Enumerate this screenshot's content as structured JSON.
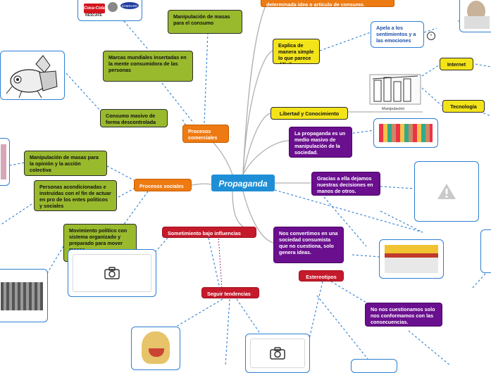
{
  "central": "Propaganda",
  "nodes": {
    "articulo": "determinada idea o artículo de consumo.",
    "manipulacion_masas": "Manipulación de masas para el consumo",
    "marcas": "Marcas mundiales insertadas en la mente consumidora de las personas",
    "consumo_masivo": "Consumo masivo de forma descontrolada",
    "procesos_comerciales": "Procesos comerciales",
    "manip_opinion": "Manipulación de masas para la opinión y la acción colectiva",
    "personas_acond": "Personas acondicionadas e instruidas con el fin de actuar en pro de los entes políticos y sociales",
    "procesos_sociales": "Procesos sociales",
    "movimiento": "Movimiento político con sistema organizado y preparado para mover masas",
    "sometimiento": "Sometimiento bajo influencias",
    "seguir": "Seguir tendencias",
    "explica": "Explica de manera simple lo que parece difícil",
    "apela": "Apela a los sentimientos y a las emociones",
    "internet": "Internet",
    "tecnologia": "Tecnología",
    "libertad": "Libertad y Conocimiento",
    "medio_masivo": "La propaganda es un medio masivo de manipulación de la sociedad.",
    "decisiones": "Gracias a ella dejamos nuestras decisiones en manos de otros.",
    "consumista": "Nos convertimos en una sociedad consumista que no cuestiona, solo genera ideas.",
    "estereotipos": "Estereotipos",
    "no_cuestionamos": "No nos cuestionamos solo nos conformamos con las consecuencias.",
    "manip_caption": "Manipulación"
  },
  "icons": {
    "camera": "camera-icon",
    "warning": "warning-icon"
  },
  "logo_text": {
    "cocacola": "Coca-Cola",
    "samsung": "SAMSUNG",
    "nescafe": "NESCAFÉ"
  },
  "colors": {
    "connector": "#2d7fd1",
    "center": "#1e8fd6",
    "olive": "#9aba2e",
    "purple": "#6a0f8e",
    "orange": "#ee7a12",
    "red": "#c51a2b",
    "yellow": "#f3e41a"
  }
}
